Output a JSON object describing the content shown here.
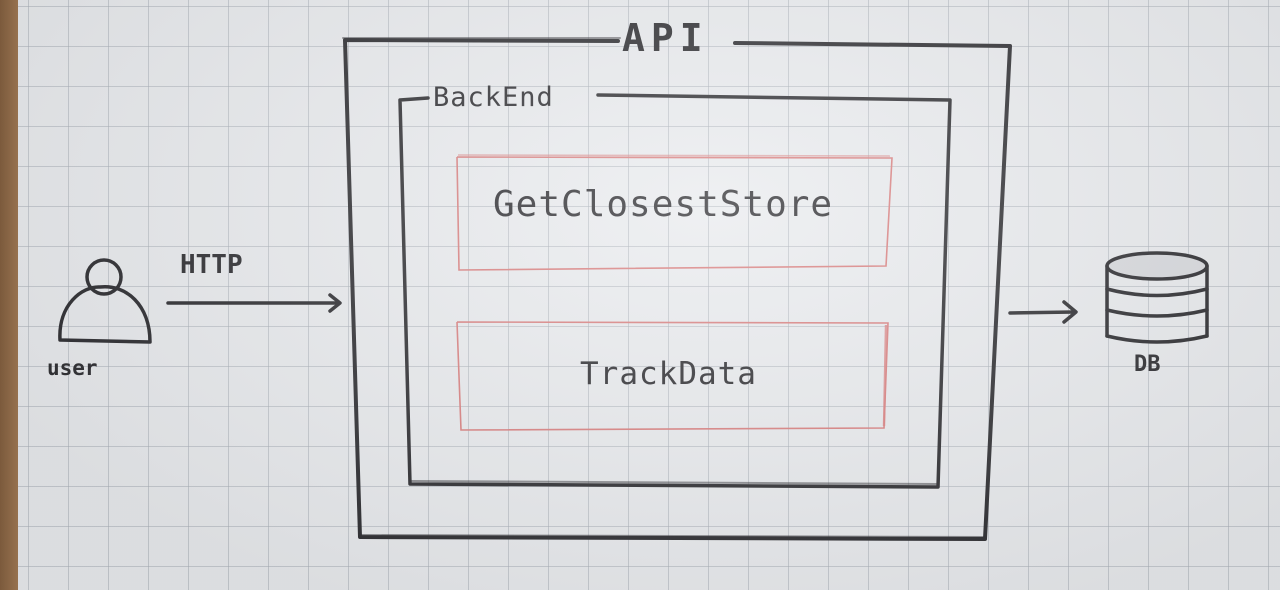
{
  "diagram": {
    "api_label": "API",
    "backend_label": "BackEnd",
    "functions": [
      {
        "label": "GetClosestStore"
      },
      {
        "label": "TrackData"
      }
    ],
    "client": {
      "label": "user",
      "connection_label": "HTTP"
    },
    "database": {
      "label": "DB"
    }
  },
  "colors": {
    "marker_black": "#2f2f33",
    "marker_red": "#d98080",
    "board": "#e9ebee",
    "grid": "#aab0b9"
  },
  "icons": [
    "user-icon",
    "database-icon",
    "arrow-right-icon"
  ]
}
